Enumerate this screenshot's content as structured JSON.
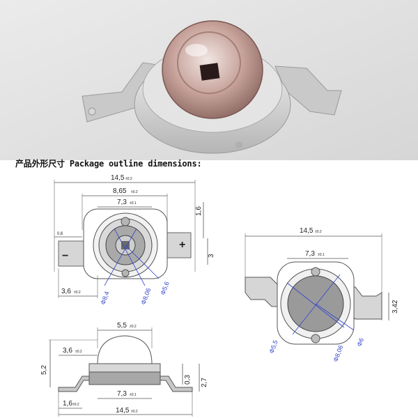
{
  "heading": "产品外形尺寸 Package outline dimensions:",
  "front": {
    "width_total": "14,5",
    "width_body": "8,65",
    "lens_outer": "7,3",
    "lead_thickness": "1,6",
    "lead_width": "3",
    "lead_small": "0,6",
    "left_offset": "3,6",
    "dia_outer": "Φ8,4",
    "dia_mid": "Φ8,06",
    "dia_inner": "Φ5,6",
    "plus_sign": "+",
    "minus_sign": "−"
  },
  "back": {
    "width_total": "14,5",
    "body": "7,3",
    "height": "3,42",
    "dia_a": "Φ5,5",
    "dia_b": "Φ8,06",
    "dia_c": "Φ6"
  },
  "side": {
    "lens_width": "5,5",
    "left_offset": "3,6",
    "total_height": "5,2",
    "lens_height": "0,3",
    "body_height": "2,7",
    "body_width": "7,3",
    "lead_length": "1,6",
    "width_total": "14,5"
  },
  "tolerance": "±0.2",
  "tolerance_fine": "±0.1",
  "colors": {
    "lens_tint": "#b58c86",
    "body": "#d8d8d8",
    "dim_blue": "#3344cc"
  }
}
